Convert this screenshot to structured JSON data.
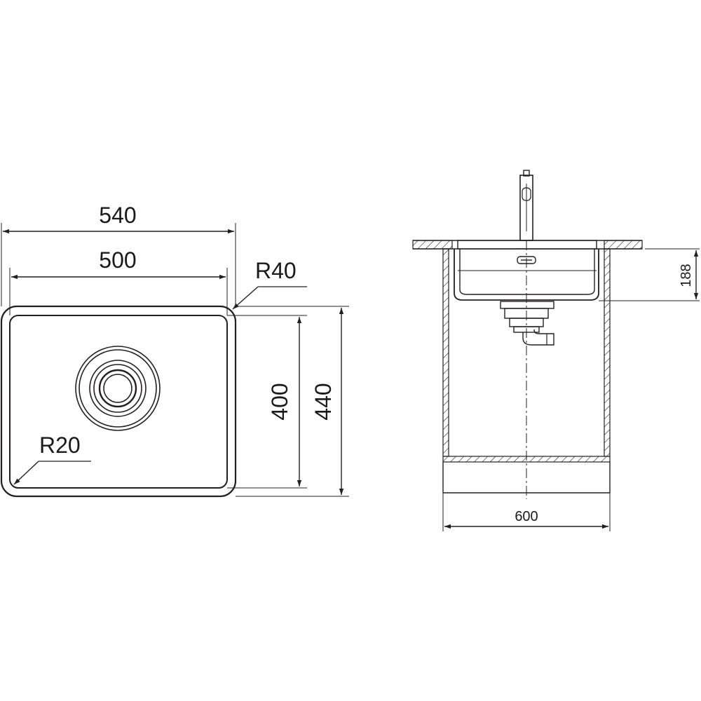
{
  "top_view": {
    "dims": {
      "outer_width": "540",
      "inner_width": "500",
      "corner_outer_radius": "R40",
      "corner_inner_radius": "R20",
      "inner_depth": "400",
      "outer_depth": "440"
    }
  },
  "side_view": {
    "dims": {
      "bowl_depth": "188",
      "cabinet_width": "600"
    }
  },
  "colors": {
    "line": "#231f20",
    "background": "#ffffff"
  }
}
